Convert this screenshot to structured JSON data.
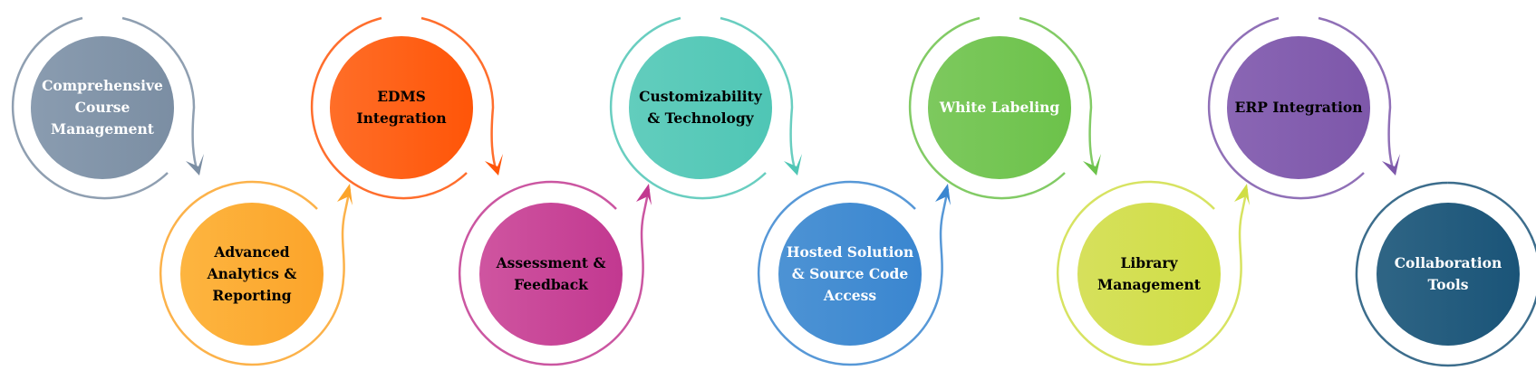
{
  "title": "Features",
  "steps": [
    {
      "label": [
        "Comprehensive",
        "Course",
        "Management"
      ],
      "color": "#7b8ea3",
      "color2": "#8a9cb0",
      "text_color": "#ffffff"
    },
    {
      "label": [
        "Advanced",
        "Analytics &",
        "Reporting"
      ],
      "color": "#fca42a",
      "color2": "#fdb540",
      "text_color": "#000000"
    },
    {
      "label": [
        "EDMS",
        "Integration"
      ],
      "color": "#ff5508",
      "color2": "#ff6e28",
      "text_color": "#000000"
    },
    {
      "label": [
        "Assessment &",
        "Feedback"
      ],
      "color": "#c23890",
      "color2": "#cf55a0",
      "text_color": "#000000"
    },
    {
      "label": [
        "Customizability",
        "& Technology"
      ],
      "color": "#4fc6b5",
      "color2": "#62cdbd",
      "text_color": "#000000"
    },
    {
      "label": [
        "Hosted Solution",
        "& Source Code",
        "Access"
      ],
      "color": "#3a86d0",
      "color2": "#4d93d4",
      "text_color": "#ffffff"
    },
    {
      "label": [
        "White Labeling"
      ],
      "color": "#6cc24a",
      "color2": "#7dc95e",
      "text_color": "#ffffff"
    },
    {
      "label": [
        "Library",
        "Management"
      ],
      "color": "#d0de45",
      "color2": "#d6e05c",
      "text_color": "#000000"
    },
    {
      "label": [
        "ERP Integration"
      ],
      "color": "#7d57aa",
      "color2": "#8a66b4",
      "text_color": "#000000"
    },
    {
      "label": [
        "Collaboration",
        "Tools"
      ],
      "color": "#1a5478",
      "color2": "#2f6585",
      "text_color": "#ffffff"
    }
  ]
}
